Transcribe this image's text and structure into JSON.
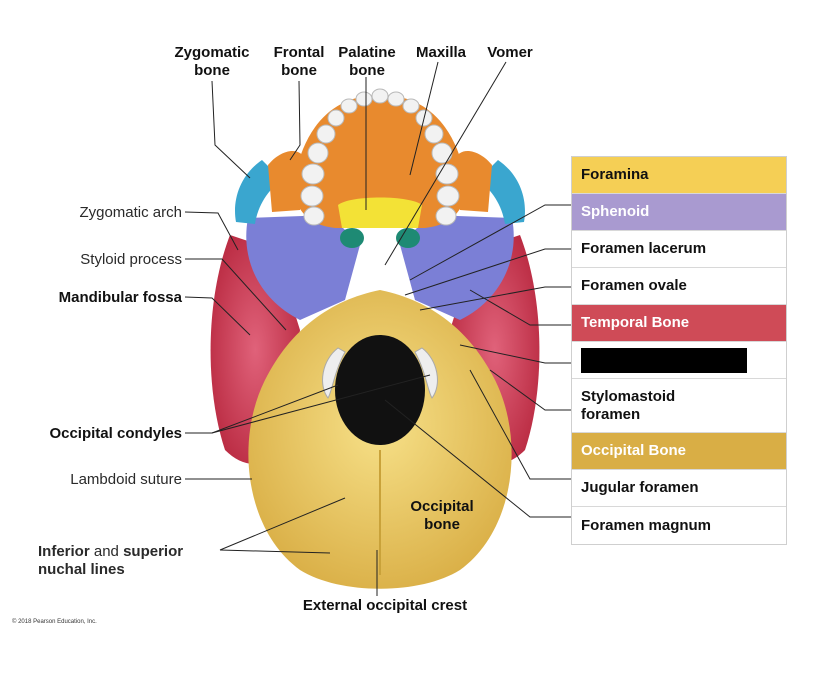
{
  "labels": {
    "zygomatic_bone": "Zygomatic\nbone",
    "frontal_bone": "Frontal\nbone",
    "palatine_bone": "Palatine\nbone",
    "maxilla": "Maxilla",
    "vomer": "Vomer",
    "zygomatic_arch": "Zygomatic arch",
    "styloid_process": "Styloid process",
    "mandibular_fossa": "Mandibular fossa",
    "occipital_condyles": "Occipital condyles",
    "lambdoid_suture": "Lambdoid suture",
    "nuchal_inferior": "Inferior",
    "nuchal_and": " and ",
    "nuchal_superior": "superior",
    "nuchal_lines": "nuchal lines",
    "occipital_bone_inner": "Occipital\nbone",
    "external_occipital_crest": "External occipital crest",
    "copyright": "© 2018 Pearson Education, Inc."
  },
  "legend": [
    {
      "text": "Foramina",
      "bg": "#f5cf55",
      "fg": "#111111"
    },
    {
      "text": "Sphenoid",
      "bg": "#a99ad0",
      "fg": "#ffffff"
    },
    {
      "text": "Foramen lacerum",
      "bg": "#ffffff",
      "fg": "#111111"
    },
    {
      "text": "Foramen ovale",
      "bg": "#ffffff",
      "fg": "#111111"
    },
    {
      "text": "Temporal Bone",
      "bg": "#cf4b57",
      "fg": "#ffffff"
    },
    {
      "text": "",
      "bg": "#ffffff",
      "fg": "#111111",
      "redacted": true
    },
    {
      "text": "Stylomastoid\nforamen",
      "bg": "#ffffff",
      "fg": "#111111",
      "tall": true
    },
    {
      "text": "Occipital Bone",
      "bg": "#d9ae45",
      "fg": "#ffffff"
    },
    {
      "text": "Jugular foramen",
      "bg": "#ffffff",
      "fg": "#111111"
    },
    {
      "text": "Foramen magnum",
      "bg": "#ffffff",
      "fg": "#111111"
    }
  ],
  "colors": {
    "occipital": "#ecc94e",
    "temporal": "#cf3e55",
    "sphenoid": "#7b7fd6",
    "maxilla": "#e88a2e",
    "zygomatic": "#3aa6cf",
    "palatine": "#f3e236",
    "teeth": "#f2f2f2"
  }
}
